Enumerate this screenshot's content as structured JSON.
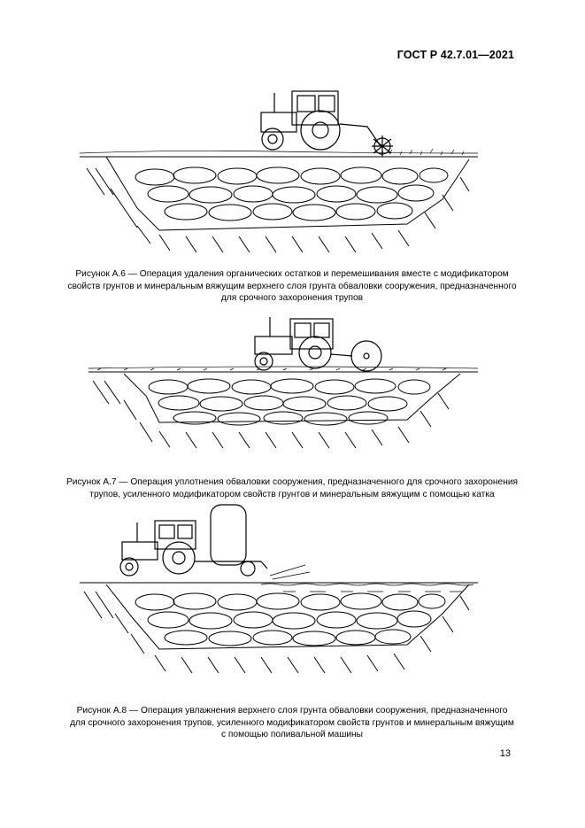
{
  "header": {
    "standard": "ГОСТ Р 42.7.01—2021"
  },
  "figures": [
    {
      "caption_lines": [
        "Рисунок А.6 — Операция удаления органических остатков и перемешивания вместе с модификатором",
        "свойств грунтов и минеральным вяжущим верхнего слоя грунта обваловки сооружения, предназначенного",
        "для срочного захоронения трупов"
      ]
    },
    {
      "caption_lines": [
        "Рисунок А.7 — Операция уплотнения обваловки сооружения, предназначенного для срочного захоронения",
        "трупов, усиленного модификатором свойств грунтов и минеральным вяжущим с помощью катка"
      ]
    },
    {
      "caption_lines": [
        "Рисунок А.8 — Операция увлажнения верхнего слоя грунта обваловки сооружения, предназначенного",
        "для срочного захоронения трупов, усиленного модификатором свойств грунтов и минеральным вяжущим",
        "с помощью поливальной машины"
      ]
    }
  ],
  "page_number": "13"
}
